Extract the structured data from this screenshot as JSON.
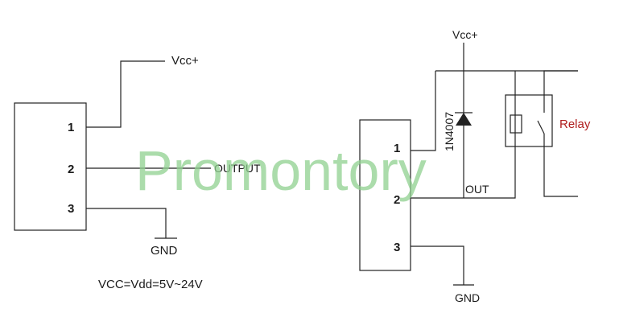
{
  "left_circuit": {
    "vcc_label": "Vcc+",
    "pins": [
      "1",
      "2",
      "3"
    ],
    "output_label": "OUTPUT",
    "gnd_label": "GND",
    "supply_note": "VCC=Vdd=5V~24V"
  },
  "right_circuit": {
    "vcc_label": "Vcc+",
    "diode_label": "1N4007",
    "pins": [
      "1",
      "2",
      "3"
    ],
    "out_label": "OUT",
    "gnd_label": "GND",
    "relay_label": "Relay"
  },
  "watermark": "Promontory",
  "colors": {
    "line": "#222222",
    "relay_text": "#b01e1e",
    "watermark": "#8fd08f"
  }
}
